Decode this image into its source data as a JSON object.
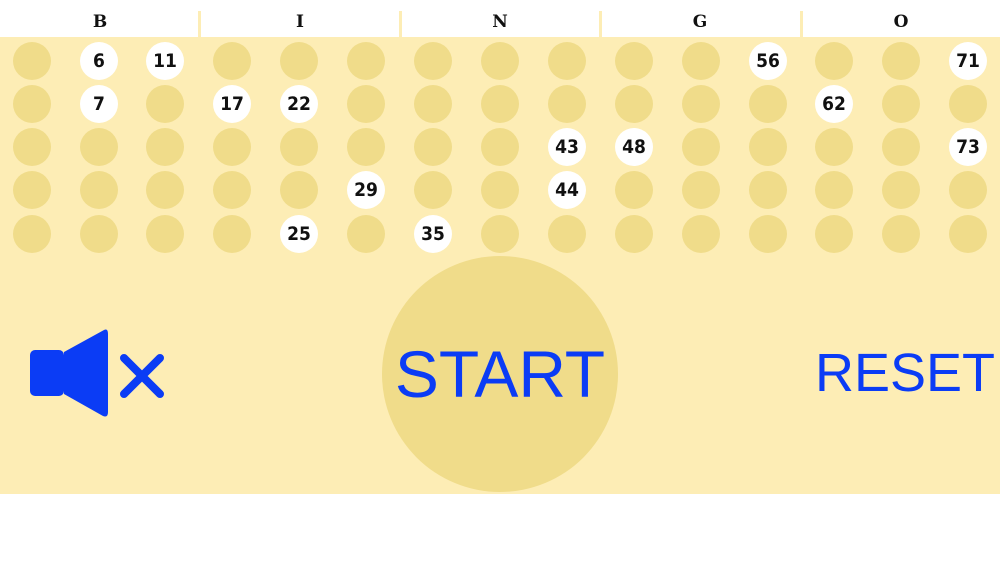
{
  "header": {
    "letters": [
      "B",
      "I",
      "N",
      "G",
      "O"
    ]
  },
  "board": {
    "columns": [
      [
        null,
        null,
        null,
        null,
        null
      ],
      [
        "6",
        "7",
        null,
        null,
        null
      ],
      [
        "11",
        null,
        null,
        null,
        null
      ],
      [
        null,
        "17",
        null,
        null,
        null
      ],
      [
        null,
        "22",
        null,
        null,
        "25"
      ],
      [
        null,
        null,
        null,
        "29",
        null
      ],
      [
        null,
        null,
        null,
        null,
        "35"
      ],
      [
        null,
        null,
        null,
        null,
        null
      ],
      [
        null,
        null,
        "43",
        "44",
        null
      ],
      [
        null,
        null,
        "48",
        null,
        null
      ],
      [
        null,
        null,
        null,
        null,
        null
      ],
      [
        "56",
        null,
        null,
        null,
        null
      ],
      [
        null,
        "62",
        null,
        null,
        null
      ],
      [
        null,
        null,
        null,
        null,
        null
      ],
      [
        "71",
        null,
        "73",
        null,
        null
      ]
    ]
  },
  "controls": {
    "start_label": "START",
    "reset_label": "RESET",
    "mute_icon": "speaker-muted-icon"
  },
  "colors": {
    "panel": "#fdedb5",
    "ball": "#f0dc8a",
    "accent": "#0b3cf5"
  }
}
